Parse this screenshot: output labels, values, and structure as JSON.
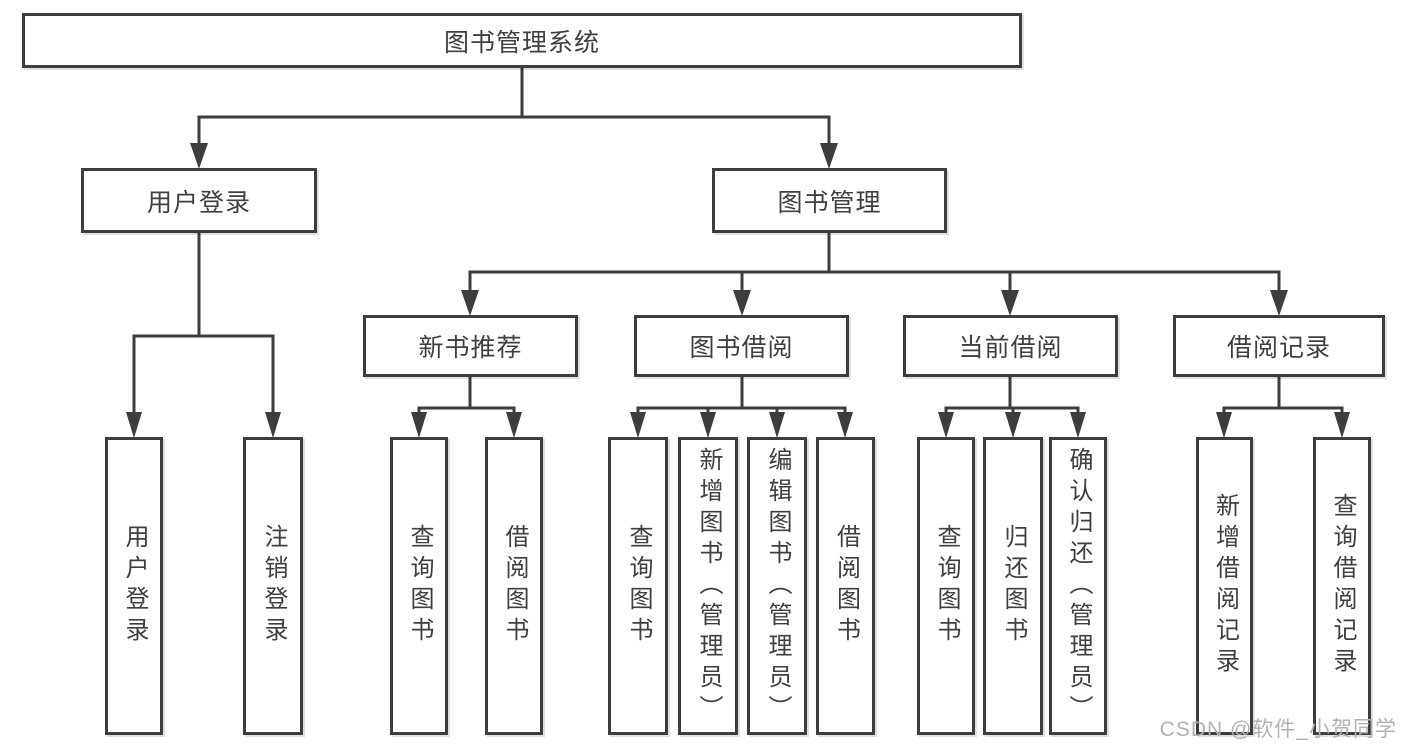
{
  "diagram": {
    "title": "图书管理系统",
    "nodes": {
      "root": "图书管理系统",
      "user_login": "用户登录",
      "book_mgmt": "图书管理",
      "new_book_rec": "新书推荐",
      "book_borrow": "图书借阅",
      "current_borrow": "当前借阅",
      "borrow_records": "借阅记录",
      "leaf_user_login": "用户登录",
      "leaf_logout": "注销登录",
      "rec_query_book": "查询图书",
      "rec_borrow_book": "借阅图书",
      "bor_query_book": "查询图书",
      "bor_add_book": "新增图书（管理员）",
      "bor_edit_book": "编辑图书（管理员）",
      "bor_borrow_book": "借阅图书",
      "cur_query_book": "查询图书",
      "cur_return_book": "归还图书",
      "cur_confirm_return": "确认归还（管理员）",
      "recs_add_record": "新增借阅记录",
      "recs_query_record": "查询借阅记录"
    },
    "structure": {
      "root": [
        "user_login",
        "book_mgmt"
      ],
      "user_login": [
        "leaf_user_login",
        "leaf_logout"
      ],
      "book_mgmt": [
        "new_book_rec",
        "book_borrow",
        "current_borrow",
        "borrow_records"
      ],
      "new_book_rec": [
        "rec_query_book",
        "rec_borrow_book"
      ],
      "book_borrow": [
        "bor_query_book",
        "bor_add_book",
        "bor_edit_book",
        "bor_borrow_book"
      ],
      "current_borrow": [
        "cur_query_book",
        "cur_return_book",
        "cur_confirm_return"
      ],
      "borrow_records": [
        "recs_add_record",
        "recs_query_record"
      ]
    },
    "colors": {
      "line": "#3d3d3d",
      "box_border": "#3d3d3d",
      "text": "#3f3f3f",
      "watermark": "#b2b2b2",
      "background": "#ffffff"
    },
    "watermark": "CSDN @软件_小贺同学"
  }
}
